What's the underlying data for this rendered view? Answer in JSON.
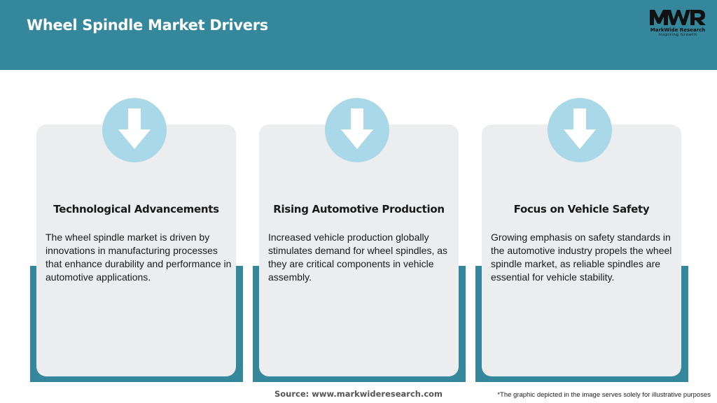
{
  "header": {
    "title": "Wheel Spindle Market Drivers"
  },
  "logo": {
    "mark": "MWR",
    "name": "MarkWide Research",
    "tagline": "Inspiring Growth"
  },
  "colors": {
    "header": "#35889c",
    "accent": "#35889c",
    "card": "#ebedee",
    "icon_circle": "#a9d8e8",
    "icon": "#ffffff"
  },
  "cards": [
    {
      "icon": "down-arrow-icon",
      "title": "Technological Advancements",
      "body": "The wheel spindle market is driven by innovations in manufacturing processes that enhance durability and performance in automotive applications."
    },
    {
      "icon": "down-arrow-icon",
      "title": "Rising Automotive Production",
      "body": "Increased vehicle production globally stimulates demand for wheel spindles, as they are critical components in vehicle assembly."
    },
    {
      "icon": "down-arrow-icon",
      "title": "Focus on Vehicle Safety",
      "body": "Growing emphasis on safety standards in the automotive industry propels the wheel spindle market, as reliable spindles are essential for vehicle stability."
    }
  ],
  "footer": {
    "source": "Source: www.markwideresearch.com",
    "disclaimer": "*The graphic depicted in the image serves solely for illustrative purposes"
  }
}
